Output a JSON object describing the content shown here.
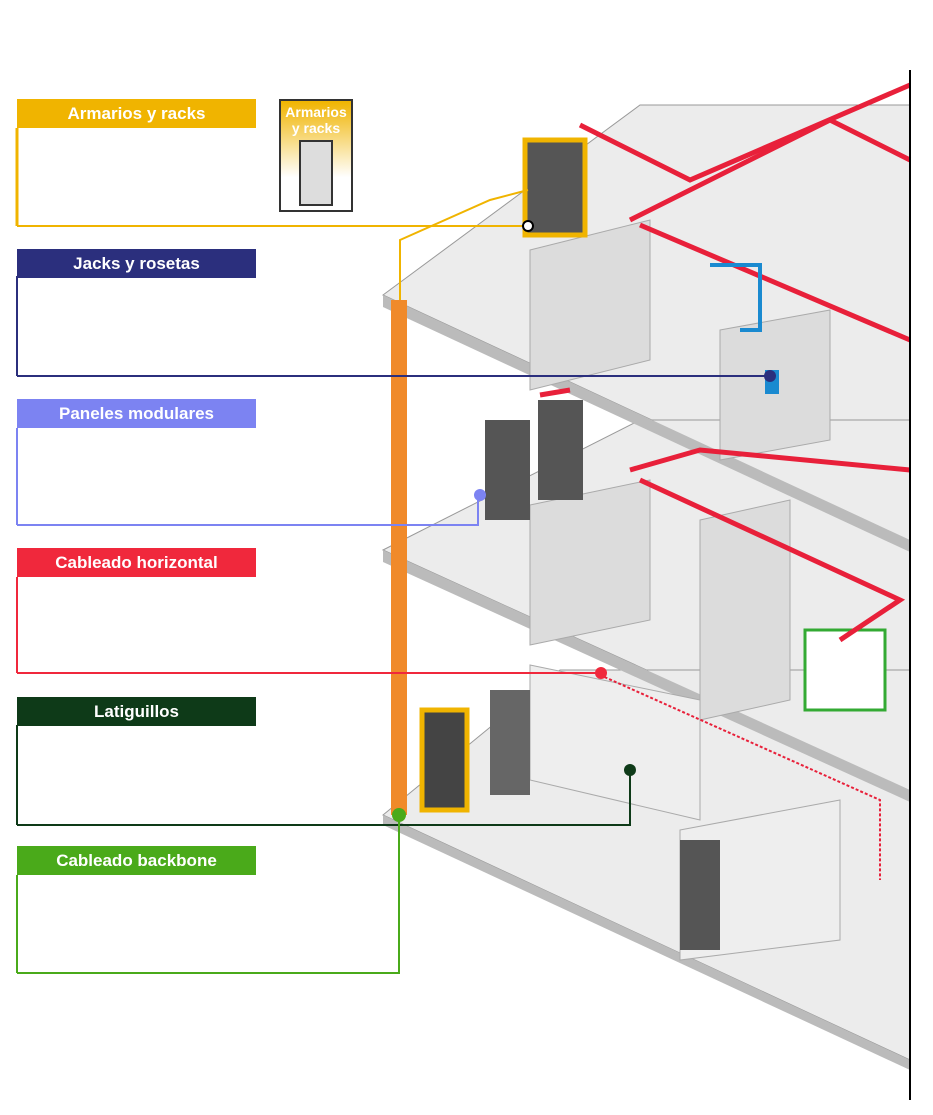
{
  "legend": [
    {
      "label": "Armarios y racks",
      "color": "#f0b400"
    },
    {
      "label": "Jacks y rosetas",
      "color": "#2b2f7d"
    },
    {
      "label": "Paneles modulares",
      "color": "#7c83f2"
    },
    {
      "label": "Cableado horizontal",
      "color": "#f0283c"
    },
    {
      "label": "Latiguillos",
      "color": "#0e3a18"
    },
    {
      "label": "Cableado backbone",
      "color": "#4aaa1a"
    }
  ],
  "thumbnail": {
    "label": "Armarios y racks",
    "icon": "rack-cabinet-icon"
  },
  "colors": {
    "backbone_riser": "#f08a2a",
    "floor": "#e8e8e8",
    "wall": "#e4e4e4"
  }
}
